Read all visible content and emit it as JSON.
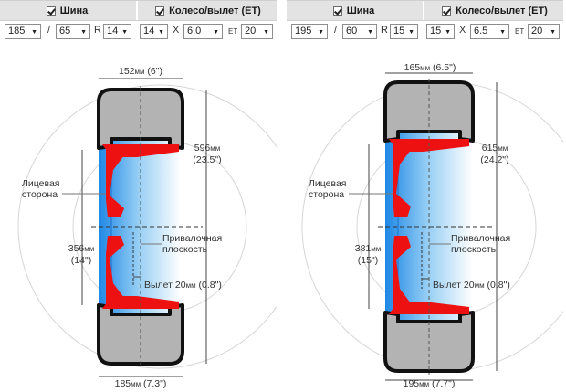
{
  "left": {
    "header": {
      "tire_label": "Шина",
      "wheel_label": "Колесо/вылет (ET)"
    },
    "controls": {
      "tire_width": "185",
      "slash": "/",
      "tire_profile": "65",
      "r_label": "R",
      "tire_rim": "14",
      "wheel_diameter": "14",
      "x_label": "X",
      "wheel_width": "6.0",
      "et_label": "ET",
      "wheel_et": "20"
    },
    "diagram": {
      "top_width_value": "152",
      "top_width_unit": "мм",
      "top_width_inch": " (6\")",
      "outer_value": "596",
      "outer_unit": "мм",
      "outer_inch": "(23.5\")",
      "face_label_1": "Лицевая",
      "face_label_2": "сторона",
      "mount_label_1": "Привалочная",
      "mount_label_2": "плоскость",
      "rim_value": "356",
      "rim_unit": "мм",
      "rim_inch": "(14\")",
      "offset_label": "Вылет",
      "offset_value": "20",
      "offset_unit": "мм",
      "offset_inch": " (0.8\")",
      "bottom_width_value": "185",
      "bottom_width_unit": "мм",
      "bottom_width_inch": " (7.3\")"
    }
  },
  "right": {
    "header": {
      "tire_label": "Шина",
      "wheel_label": "Колесо/вылет (ET)"
    },
    "controls": {
      "tire_width": "195",
      "slash": "/",
      "tire_profile": "60",
      "r_label": "R",
      "tire_rim": "15",
      "wheel_diameter": "15",
      "x_label": "X",
      "wheel_width": "6.5",
      "et_label": "ET",
      "wheel_et": "20"
    },
    "diagram": {
      "top_width_value": "165",
      "top_width_unit": "мм",
      "top_width_inch": " (6.5\")",
      "outer_value": "615",
      "outer_unit": "мм",
      "outer_inch": "(24.2\")",
      "face_label_1": "Лицевая",
      "face_label_2": "сторона",
      "mount_label_1": "Привалочная",
      "mount_label_2": "плоскость",
      "rim_value": "381",
      "rim_unit": "мм",
      "rim_inch": "(15\")",
      "offset_label": "Вылет",
      "offset_value": "20",
      "offset_unit": "мм",
      "offset_inch": " (0.8\")",
      "bottom_width_value": "195",
      "bottom_width_unit": "мм",
      "bottom_width_inch": " (7.7\")"
    }
  },
  "colors": {
    "header_bg": "#e3e3e3",
    "tire": "#b3b3b3",
    "tire_outline": "#111111",
    "disc": "#ee1111",
    "rim_blue": "#3399ee"
  }
}
